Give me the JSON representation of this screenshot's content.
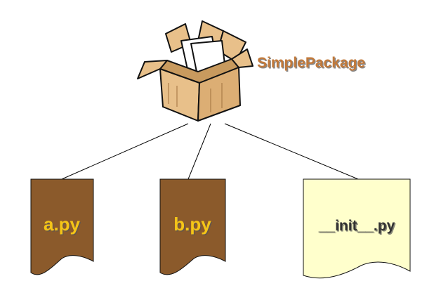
{
  "package": {
    "name": "SimplePackage",
    "icon": "open-box-icon",
    "label_color": "#c0793a"
  },
  "files": [
    {
      "name": "a.py",
      "icon": "dark-document-icon",
      "fill": "#8b5a2b",
      "text_color": "#f5c518"
    },
    {
      "name": "b.py",
      "icon": "dark-document-icon",
      "fill": "#8b5a2b",
      "text_color": "#f5c518"
    },
    {
      "name": "__init__.py",
      "icon": "light-document-icon",
      "fill": "#ffffcc",
      "text_color": "#333333"
    }
  ],
  "colors": {
    "box_fill": "#e8c08a",
    "box_dark": "#c89a5e",
    "line": "#000000",
    "paper": "#ffffff"
  }
}
